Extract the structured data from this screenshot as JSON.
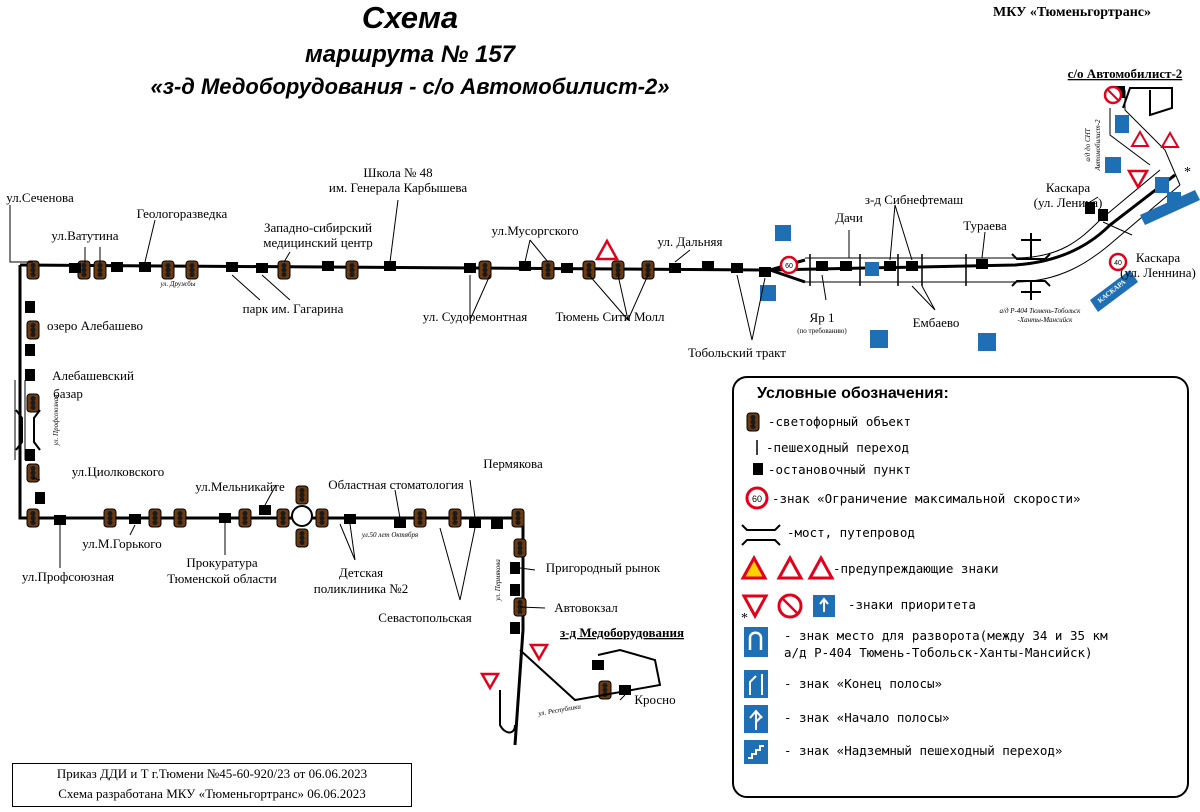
{
  "header": {
    "title": "Схема",
    "route": "маршрута № 157",
    "route_name": "«з-д Медоборудования - с/о Автомобилист-2»",
    "organization": "МКУ «Тюменьгортранс»"
  },
  "stops": {
    "sechenova": "ул.Сеченова",
    "vatutina": "ул.Ватутина",
    "geologorazvedka": "Геологоразведка",
    "zapsib_1": "Западно-сибирский",
    "zapsib_2": "медицинский центр",
    "school_1": "Школа № 48",
    "school_2": "им. Генерала Карбышева",
    "musorgskogo": "ул.Мусоргского",
    "dalnyaya": "ул. Дальняя",
    "park": "парк им. Гагарина",
    "sudoremontnaya": "ул. Судоремонтная",
    "city_mall": "Тюмень Сити Молл",
    "tobolsky": "Тобольский тракт",
    "yar_1": "Яр 1",
    "yar_2": "(по требованию)",
    "dachi": "Дачи",
    "sibneftemash": "з-д Сибнефтемаш",
    "turaeva": "Тураева",
    "embaevo": "Ембаево",
    "kaskara_top_1": "Каскара",
    "kaskara_top_2": "(ул. Ленина)",
    "kaskara_bottom_1": "Каскара",
    "kaskara_bottom_2": "(ул. Леннина)",
    "avtomobilist": "с/о Автомобилист-2",
    "ozero": "озеро Алебашево",
    "bazar_1": "Алебашевский",
    "bazar_2": "базар",
    "tsiolkovskogo": "ул.Циолковского",
    "profsoyuznaya": "ул.Профсоюзная",
    "gorkogo": "ул.М.Горького",
    "melnikaite": "ул.Мельникайте",
    "prokuratura_1": "Прокуратура",
    "prokuratura_2": "Тюменской области",
    "stomatologia": "Областная стоматология",
    "detskaya_1": "Детская",
    "detskaya_2": "поликлиника №2",
    "sevastopolskaya": "Севастопольская",
    "permyakova": "Пермякова",
    "rynok": "Пригородный рынок",
    "avtovokzal": "Автовокзал",
    "medoborudovaniya": "з-д Медоборудования",
    "krosno": "Кросно"
  },
  "streets": {
    "druzhby": "ул. Дружбы",
    "profsoyuznaya": "ул. Профсоюзная",
    "oktyabrya": "ул.50 лет Октября",
    "permyakova": "ул. Пермякова",
    "respubliki": "ул. Республики",
    "highway_1": "а/д Р-404 Тюмень-Тобольск",
    "highway_2": "-Ханты-Мансийск",
    "snt_1": "а/д до СНТ",
    "snt_2": "Автомобилист-2",
    "kaskara_sign": "КАСКАРА"
  },
  "legend": {
    "title": "Условные обозначения:",
    "traffic_light": "-светофорный объект",
    "crossing": "-пешеходный переход",
    "stop": "-остановочный пункт",
    "speed_limit": "-знак «Ограничение максимальной скорости»",
    "speed_value": "60",
    "bridge": "-мост, путепровод",
    "warning": "-предупреждающие знаки",
    "priority": "-знаки приоритета",
    "asterisk": "*",
    "uturn_1": "- знак место для разворота(между 34 и 35 км",
    "uturn_2": "а/д Р-404 Тюмень-Тобольск-Ханты-Мансийск)",
    "lane_end": "- знак «Конец полосы»",
    "lane_start": "- знак «Начало полосы»",
    "overpass": "- знак «Надземный пешеходный переход»"
  },
  "map_signs": {
    "speed_top": "60",
    "speed_right": "40"
  },
  "footer": {
    "order": "Приказ ДДИ и Т г.Тюмени №45-60-920/23 от 06.06.2023",
    "developed": "Схема разработана МКУ «Тюменьгортранс» 06.06.2023"
  },
  "colors": {
    "sign_blue": "#1f6fb4",
    "sign_red": "#e3001b",
    "sign_yellow": "#ffd100"
  }
}
